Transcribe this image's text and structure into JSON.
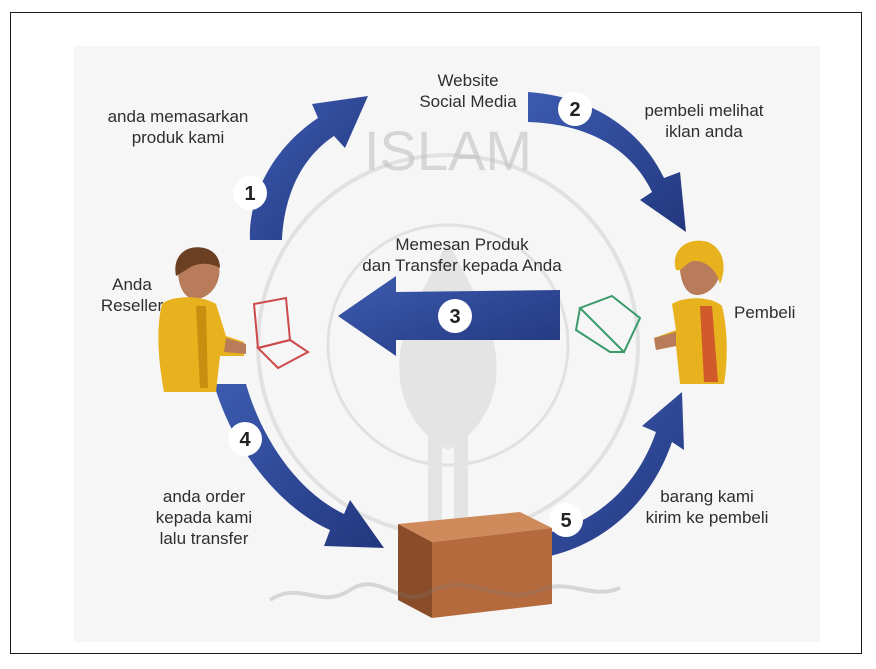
{
  "top_label": {
    "line1": "Website",
    "line2": "Social Media"
  },
  "step1": {
    "number": "1",
    "line1": "anda memasarkan",
    "line2": "produk kami"
  },
  "step2": {
    "number": "2",
    "line1": "pembeli melihat",
    "line2": "iklan anda"
  },
  "step3": {
    "number": "3",
    "line1": "Memesan Produk",
    "line2": "dan Transfer kepada Anda"
  },
  "step4": {
    "number": "4",
    "line1": "anda order",
    "line2": "kepada kami",
    "line3": "lalu transfer"
  },
  "step5": {
    "number": "5",
    "line1": "barang kami",
    "line2": "kirim ke pembeli"
  },
  "reseller": {
    "line1": "Anda",
    "line2": "Reseller"
  },
  "buyer": {
    "label": "Pembeli"
  },
  "watermark": {
    "text": "ISLAM"
  },
  "colors": {
    "arrow": "#2e4a9a",
    "arrow_dark": "#1f3478",
    "box_front": "#b56a3e",
    "box_side": "#8a4d2a",
    "box_top": "#cf8a5c",
    "shirt": "#e8b21e",
    "skin": "#b87c5a",
    "hair": "#6b3f22"
  }
}
